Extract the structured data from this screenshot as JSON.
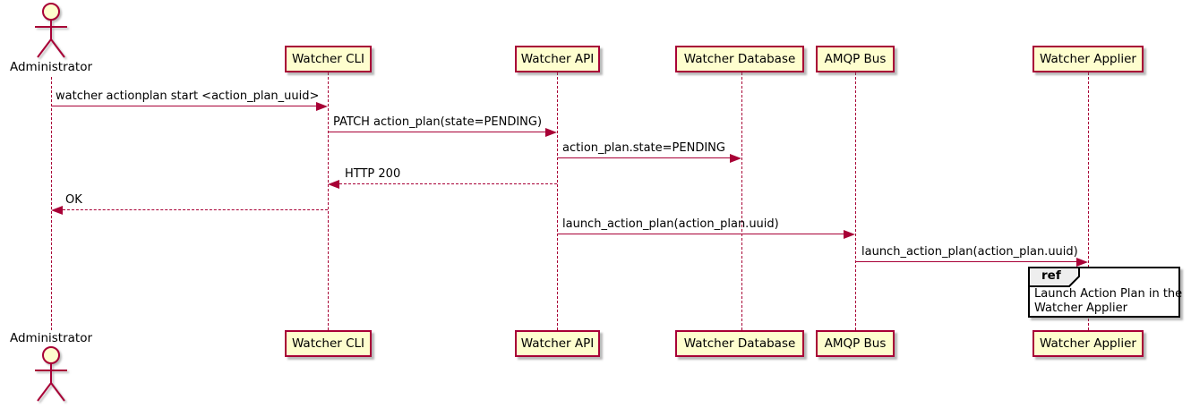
{
  "colors": {
    "participant_fill": "#FEFECE",
    "participant_border": "#A80036",
    "line": "#A80036",
    "text": "#000000",
    "ref_header_fill": "#EEEEEE",
    "ref_border": "#000000",
    "background": "#FFFFFF"
  },
  "actor": {
    "label": "Administrator"
  },
  "participants": [
    {
      "label": "Watcher CLI"
    },
    {
      "label": "Watcher API"
    },
    {
      "label": "Watcher Database"
    },
    {
      "label": "AMQP Bus"
    },
    {
      "label": "Watcher Applier"
    }
  ],
  "messages": [
    {
      "label": "watcher actionplan start <action_plan_uuid>",
      "from": "Administrator",
      "to": "Watcher CLI",
      "style": "solid"
    },
    {
      "label": "PATCH action_plan(state=PENDING)",
      "from": "Watcher CLI",
      "to": "Watcher API",
      "style": "solid"
    },
    {
      "label": "action_plan.state=PENDING",
      "from": "Watcher API",
      "to": "Watcher Database",
      "style": "solid"
    },
    {
      "label": "HTTP 200",
      "from": "Watcher API",
      "to": "Watcher CLI",
      "style": "dashed"
    },
    {
      "label": "OK",
      "from": "Watcher CLI",
      "to": "Administrator",
      "style": "dashed"
    },
    {
      "label": "launch_action_plan(action_plan.uuid)",
      "from": "Watcher API",
      "to": "AMQP Bus",
      "style": "solid"
    },
    {
      "label": "launch_action_plan(action_plan.uuid)",
      "from": "AMQP Bus",
      "to": "Watcher Applier",
      "style": "solid"
    }
  ],
  "ref": {
    "keyword": "ref",
    "line1": "Launch Action Plan in the",
    "line2": "Watcher Applier"
  }
}
